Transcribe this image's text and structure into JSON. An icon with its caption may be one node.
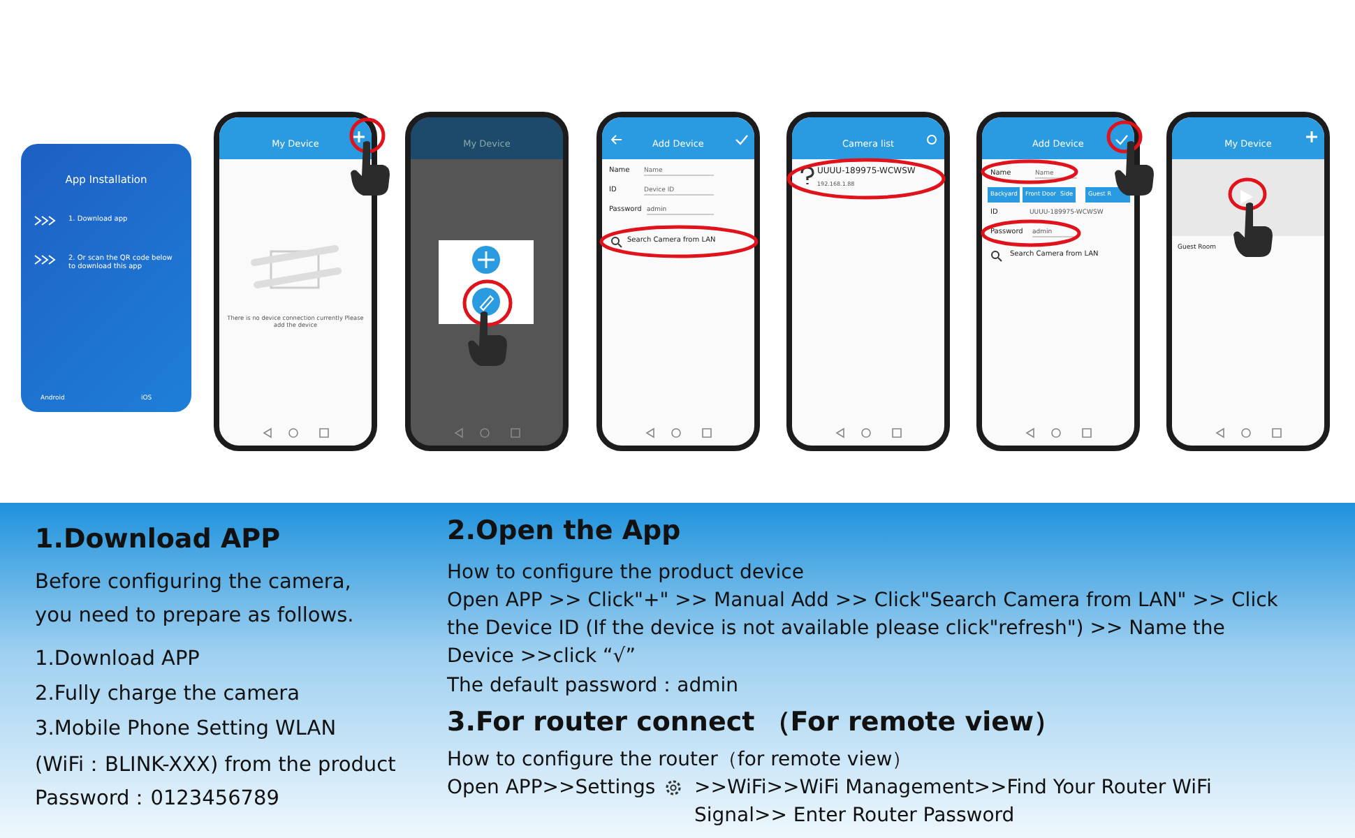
{
  "diagram": {
    "nodes": [
      {
        "text": [
          "App Installation",
          "1. Download app",
          "2. Or scan the QR code below to download this app",
          "Android",
          "iOS"
        ]
      },
      {
        "text": [
          "My Device",
          "There is no device connection currently Please add the device"
        ]
      },
      {
        "text": [
          "My Device"
        ]
      },
      {
        "text": [
          "Add Device",
          "Name",
          "Name",
          "ID",
          "Device ID",
          "Password",
          "admin",
          "Search Camera from LAN"
        ]
      },
      {
        "text": [
          "Camera list",
          "UUUU-189975-WCWSW",
          "192.168.1.88"
        ]
      },
      {
        "text": [
          "Add Device",
          "Name",
          "Name",
          "Backyard",
          "Front Door",
          "Side",
          "Guest R",
          "ID",
          "UUUU-189975-WCWSW",
          "Password",
          "admin",
          "Search Camera from LAN"
        ]
      },
      {
        "text": [
          "My Device",
          "Guest Room"
        ]
      }
    ],
    "labels": [
      "1.Download APP",
      "Before configuring the camera,",
      "you need to prepare as follows.",
      "1.Download APP",
      "2.Fully charge the camera",
      "3.Mobile Phone Setting WLAN",
      "(WiFi：BLINK-XXX) from the product",
      "Password：0123456789",
      "2.Open the App",
      "How to configure the product device",
      "Open APP >> Click\"+\" >> Manual Add >> Click\"Search Camera from LAN\" >> Click the Device ID (If the device is not available please click\"refresh\") >> Name the Device >>click “√”",
      "The default password：admin",
      "3.For router connect （For remote view）",
      "How to configure the router（for remote view）",
      "Open APP>>Settings",
      ">>WiFi>>WiFi Management>>Find Your Router WiFi Signal>> Enter Router Password"
    ]
  }
}
